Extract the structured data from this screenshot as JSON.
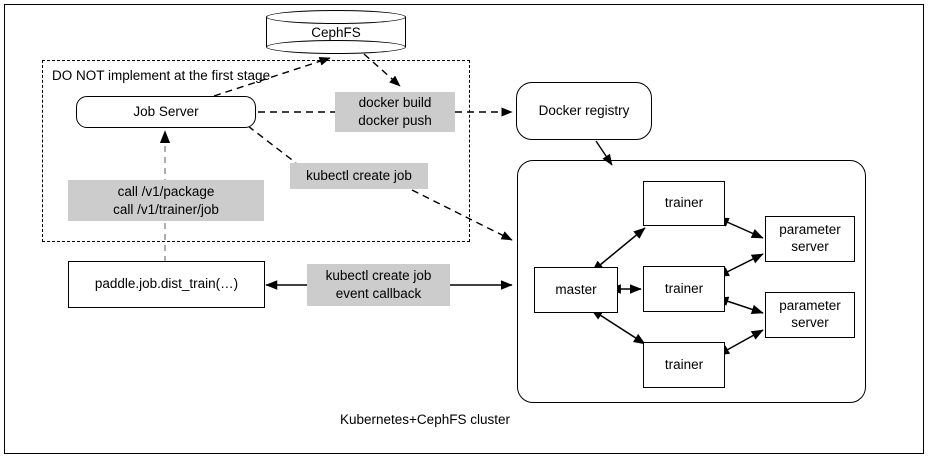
{
  "diagram": {
    "title_caption": "Kubernetes+CephFS cluster",
    "region_note": "DO NOT implement at the first stage",
    "colors": {
      "label_fill": "#cccccc",
      "stroke": "#000000",
      "background": "#ffffff"
    }
  },
  "nodes": {
    "cephfs": "CephFS",
    "job_server": "Job Server",
    "docker_registry": "Docker registry",
    "paddle_call": "paddle.job.dist_train(…)",
    "master": "master",
    "trainer_1": "trainer",
    "trainer_2": "trainer",
    "trainer_3": "trainer",
    "parameter_server_1_line1": "parameter",
    "parameter_server_1_line2": "server",
    "parameter_server_2_line1": "parameter",
    "parameter_server_2_line2": "server"
  },
  "labels": {
    "docker_cmds_line1": "docker build",
    "docker_cmds_line2": "docker push",
    "kubectl_create_job": "kubectl create job",
    "api_calls_line1": "call /v1/package",
    "api_calls_line2": "call /v1/trainer/job",
    "kubectl_event_line1": "kubectl create job",
    "kubectl_event_line2": "event callback"
  }
}
